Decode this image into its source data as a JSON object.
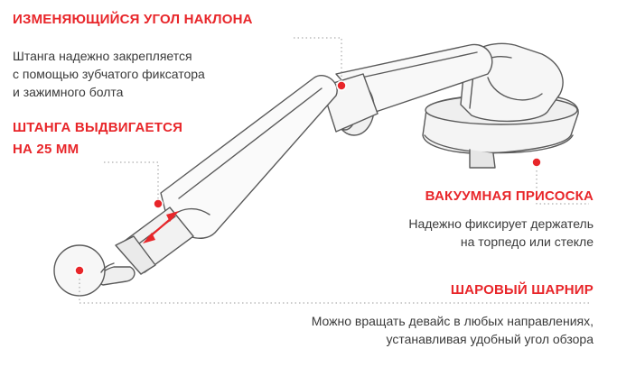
{
  "colors": {
    "accent": "#e8262a",
    "text": "#3a3a3a",
    "line": "#8c8c8c",
    "stroke": "#5a5a5a"
  },
  "callouts": {
    "tilt": {
      "title": "ИЗМЕНЯЮЩИЙСЯ УГОЛ НАКЛОНА",
      "desc": [
        "Штанга надежно закрепляется",
        "с помощью зубчатого фиксатора",
        "и зажимного болта"
      ]
    },
    "extend": {
      "title": [
        "ШТАНГА ВЫДВИГАЕТСЯ",
        "НА 25 ММ"
      ]
    },
    "suction": {
      "title": "ВАКУУМНАЯ ПРИСОСКА",
      "desc": [
        "Надежно фиксирует держатель",
        "на торпедо или стекле"
      ]
    },
    "ball": {
      "title": "ШАРОВЫЙ ШАРНИР",
      "desc": [
        "Можно вращать девайс в любых направлениях,",
        "устанавливая удобный угол обзора"
      ]
    }
  }
}
